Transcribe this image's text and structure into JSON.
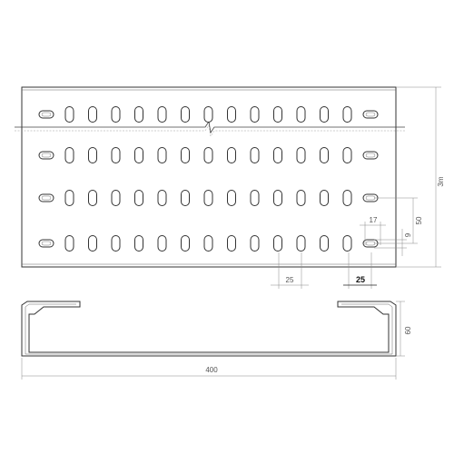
{
  "dimensions": {
    "length": "3m",
    "slot_pitch_vertical": "50",
    "slot_width": "9",
    "end_slot_length": "17",
    "slot_pitch_horizontal": "25",
    "slot_pitch_horizontal_bold": "25",
    "height": "60",
    "width": "400"
  },
  "plate": {
    "columns": 15,
    "rows": 4,
    "end_columns_horizontal_slots": true
  },
  "colors": {
    "line": "#333333",
    "dim_line": "#888888",
    "slot_fill": "#ffffff"
  }
}
